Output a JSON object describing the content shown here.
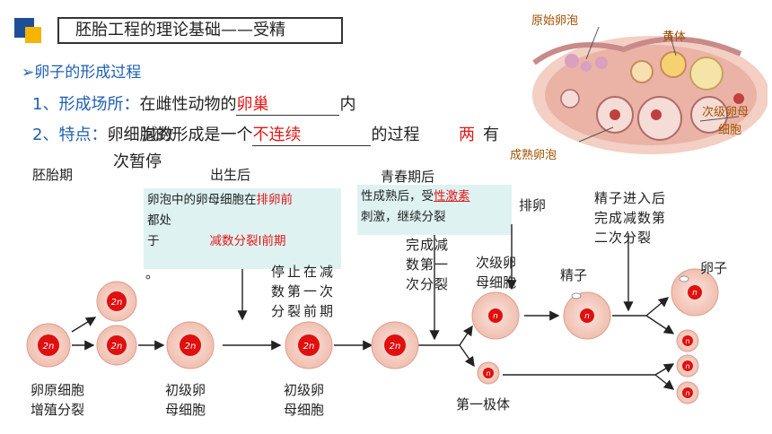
{
  "header": {
    "title": "胚胎工程的理论基础——受精",
    "subtitle": "卵子的形成过程"
  },
  "points": {
    "p1_prefix": "1、形成场所：",
    "p1_text": "在雌性动物的",
    "p1_answer": "卵巢",
    "p1_suffix": "内",
    "p2_prefix": "2、特点：",
    "p2_text_a": "卵细胞的",
    "p2_text_b": "形成是一个",
    "p2_answer": "不连续",
    "p2_suffix": "的过程",
    "p2_overlap_a": "减数",
    "p2_overlap_b": "两",
    "p2_tail_a": "有",
    "p2_tail_b": "次暂停"
  },
  "stages": {
    "embryo": "胚胎期",
    "birth": "出生后",
    "puberty": "青春期后"
  },
  "boxes": {
    "box1_line1_a": "卵泡中的卵母细胞在",
    "box1_line1_red": "排卵前",
    "box1_line2": "都处",
    "box1_line3_a": "于",
    "box1_line3_red": "减数分裂Ⅰ前期",
    "box1_line4": "。",
    "box2_line1_a": "性成熟后，受",
    "box2_line1_red": "性激素",
    "box2_line2": "刺激，继续分裂"
  },
  "labels": {
    "stop": [
      "停止在减",
      "数第一次",
      "分裂前期"
    ],
    "complete1": [
      "完成减",
      "数第一",
      "次分裂"
    ],
    "secondary": [
      "次级卵",
      "母细胞"
    ],
    "ovulation": "排卵",
    "sperm_entry": [
      "精子进入后",
      "完成减数第",
      "二次分裂"
    ],
    "sperm": "精子",
    "egg": "卵子",
    "oogonium": [
      "卵原细胞",
      "增殖分裂"
    ],
    "primary1": [
      "初级卵",
      "母细胞"
    ],
    "primary2": [
      "初级卵",
      "母细胞"
    ],
    "polar": "第一极体"
  },
  "cells": {
    "ploidy_2n": "2n",
    "ploidy_n": "n"
  },
  "photo_labels": {
    "primordial": "原始卵泡",
    "corpus": "黄体",
    "secondary_oocyte": [
      "次级卵母",
      "细胞"
    ],
    "mature": "成熟卵泡"
  },
  "colors": {
    "accent_blue": "#1f5fb0",
    "answer_red": "#e01818",
    "box_bg": "#dff2f2",
    "cell_outer": "#f6d0c4",
    "cell_inner": "#e01010"
  }
}
